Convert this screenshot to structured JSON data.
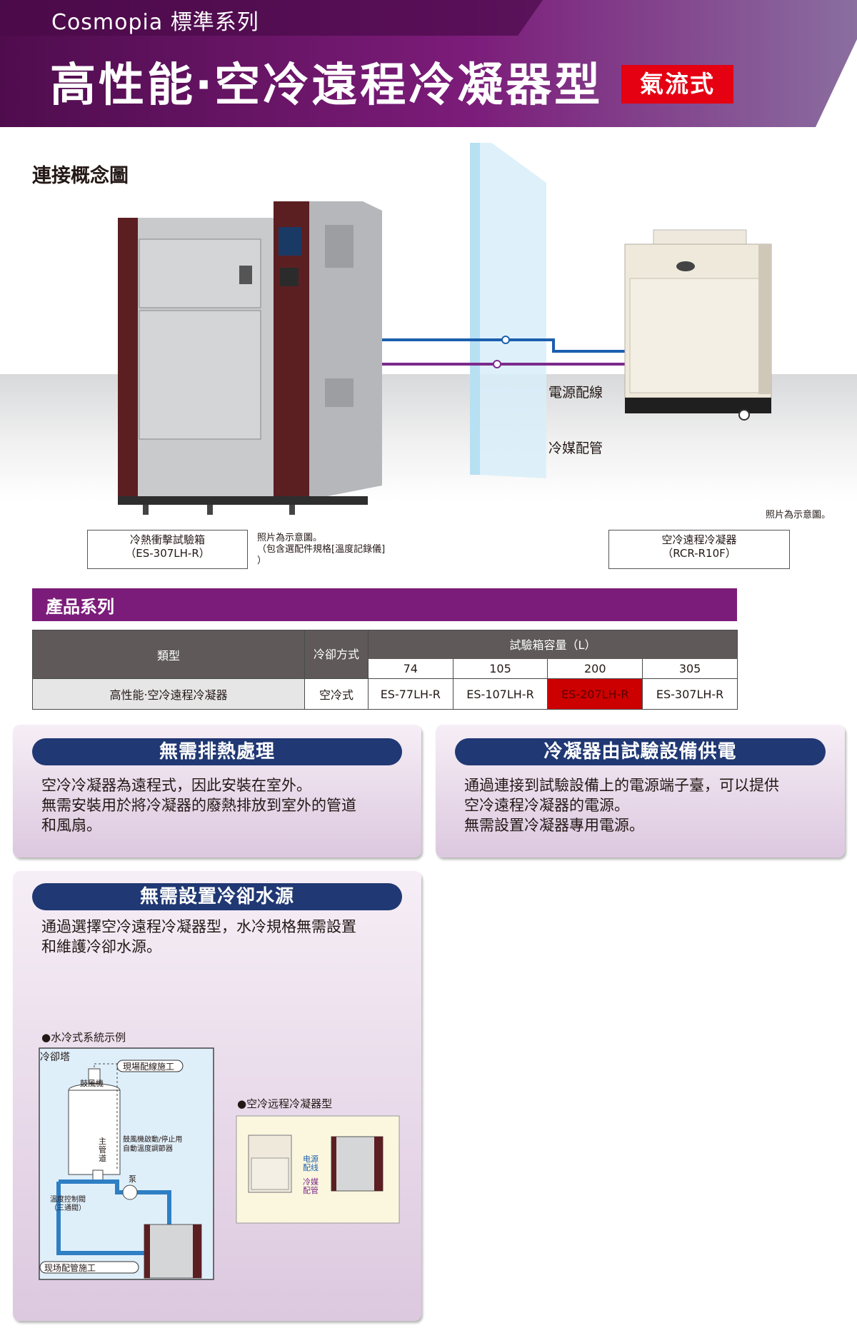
{
  "header": {
    "series": "Cosmopia 標準系列",
    "title": "高性能‧空冷遠程冷凝器型",
    "badge": "氣流式",
    "colors": {
      "header_dark": "#5a0f57",
      "header_mid": "#7c1c7a",
      "badge": "#e50012"
    }
  },
  "concept": {
    "title": "連接概念圖",
    "wire_label": "電源配線",
    "pipe_label": "冷媒配管",
    "chamber_label": [
      "冷熱衝擊試驗箱",
      "（ES-307LH-R）"
    ],
    "chamber_note": [
      "照片為示意圖。",
      "（包含選配件規格[溫度記錄儀]",
      "）"
    ],
    "condenser_note": "照片為示意圖。",
    "condenser_label": [
      "空冷遠程冷凝器",
      "（RCR-R10F）"
    ],
    "colors": {
      "wire": "#1c5fae",
      "pipe": "#7c2a8c"
    }
  },
  "products": {
    "title": "產品系列",
    "headers": {
      "type": "類型",
      "cooling": "冷卻方式",
      "capacity": "試驗箱容量（L）"
    },
    "capacities": [
      "74",
      "105",
      "200",
      "305"
    ],
    "row": {
      "type": "高性能‧空冷遠程冷凝器",
      "cooling": "空冷式",
      "models": [
        "ES-77LH-R",
        "ES-107LH-R",
        "ES-207LH-R",
        "ES-307LH-R"
      ]
    },
    "highlight_color": "#cc0000"
  },
  "features": {
    "card1": {
      "title": "無需排熱處理",
      "lines": [
        "空冷冷凝器為遠程式，因此安裝在室外。",
        "無需安裝用於將冷凝器的廢熱排放到室外的管道",
        "和風扇。"
      ]
    },
    "card2": {
      "title": "冷凝器由試驗設備供電",
      "lines": [
        "通過連接到試驗設備上的電源端子臺，可以提供",
        "空冷遠程冷凝器的電源。",
        "無需設置冷凝器專用電源。"
      ]
    },
    "card3": {
      "title": "無需設置冷卻水源",
      "lines": [
        "通過選擇空冷遠程冷凝器型，水冷規格無需設置",
        "和維護冷卻水源。"
      ]
    }
  },
  "water_example": {
    "title": "●水冷式系統示例",
    "tower": "冷卻塔",
    "wiring_work": "現場配線施工",
    "fan": "鼓風機",
    "main_pipe": "主管道",
    "fan_control": [
      "鼓風機啟動/停止用",
      "自動溫度調節器"
    ],
    "pump": "泵",
    "valve": [
      "溫度控制閥",
      "（三通閥）"
    ],
    "piping_work": "现场配管施工"
  },
  "air_example": {
    "title": "●空冷远程冷凝器型",
    "wire": "电源配线",
    "pipe": "冷媒配管"
  }
}
